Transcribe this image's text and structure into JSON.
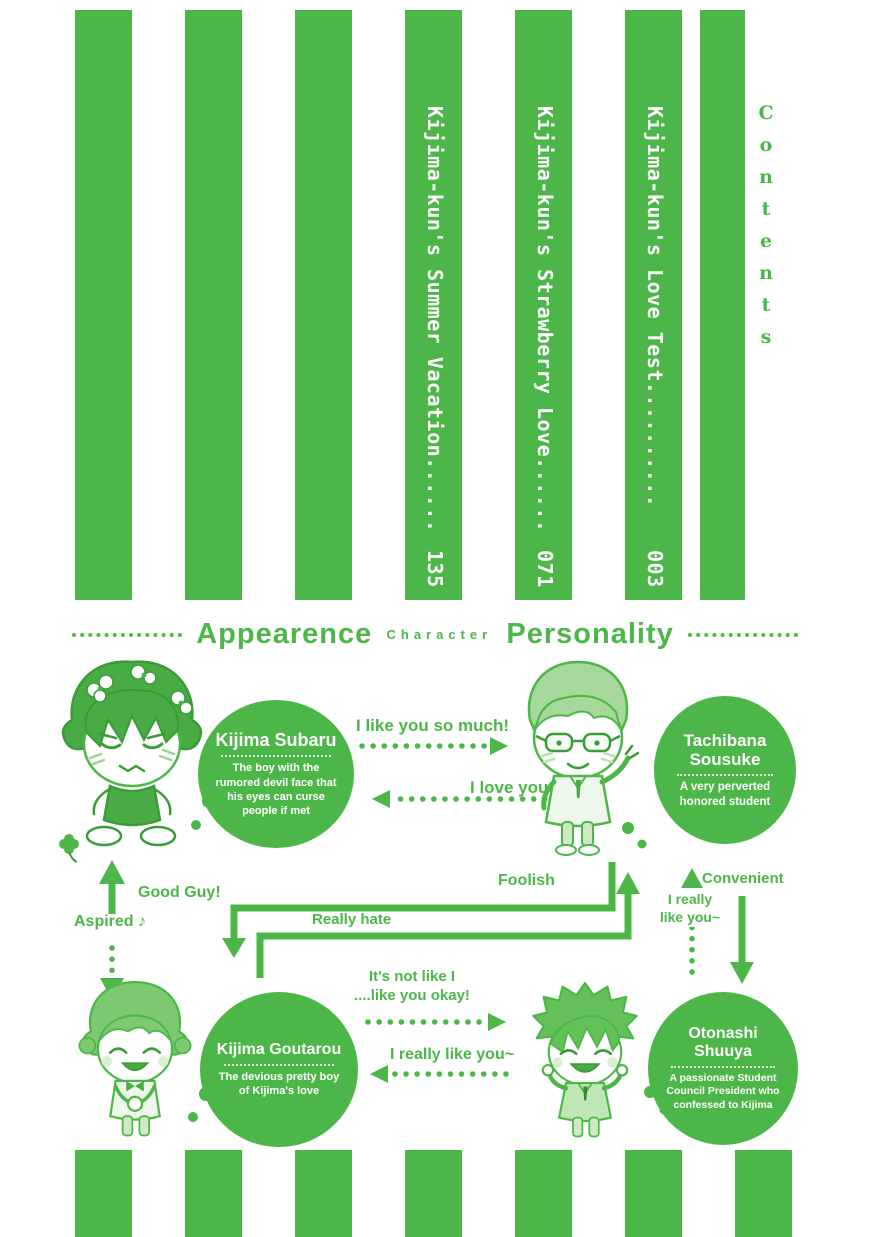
{
  "page": {
    "accent": "#4cb748",
    "background": "#ffffff"
  },
  "toc": {
    "contents_label": "Contents",
    "entries": [
      {
        "title": "Kijima-kun's Summer Vacation......",
        "page_no": "135"
      },
      {
        "title": "Kijima-kun's Strawberry Love......",
        "page_no": "071"
      },
      {
        "title": "Kijima-kun's Love Test..........",
        "page_no": "003"
      }
    ]
  },
  "chart_header": {
    "left": "Appearence",
    "center": "Character",
    "right": "Personality"
  },
  "characters": {
    "subaru": {
      "name": "Kijima Subaru",
      "desc": "The boy with the rumored devil face that his eyes can curse people if met"
    },
    "sousuke": {
      "name": "Tachibana Sousuke",
      "desc": "A very perverted honored student"
    },
    "goutarou": {
      "name": "Kijima Goutarou",
      "desc": "The devious pretty boy of Kijima's love"
    },
    "shuuya": {
      "name": "Otonashi Shuuya",
      "desc": "A passionate Student Council President who confessed to Kijima"
    }
  },
  "relations": {
    "subaru_to_sousuke": "I like you so much!",
    "sousuke_to_subaru": "I love you",
    "goutarou_to_subaru": "Good Guy!",
    "subaru_to_goutarou": "Aspired ♪",
    "sousuke_to_goutarou": "Foolish",
    "goutarou_to_sousuke": "Really hate",
    "sousuke_to_shuuya": "Convenient",
    "shuuya_to_sousuke_line1": "I really",
    "shuuya_to_sousuke_line2": "like you~",
    "goutarou_to_shuuya_line1": "It's not like I",
    "goutarou_to_shuuya_line2": "....like you okay!",
    "shuuya_to_goutarou": "I really like you~"
  }
}
